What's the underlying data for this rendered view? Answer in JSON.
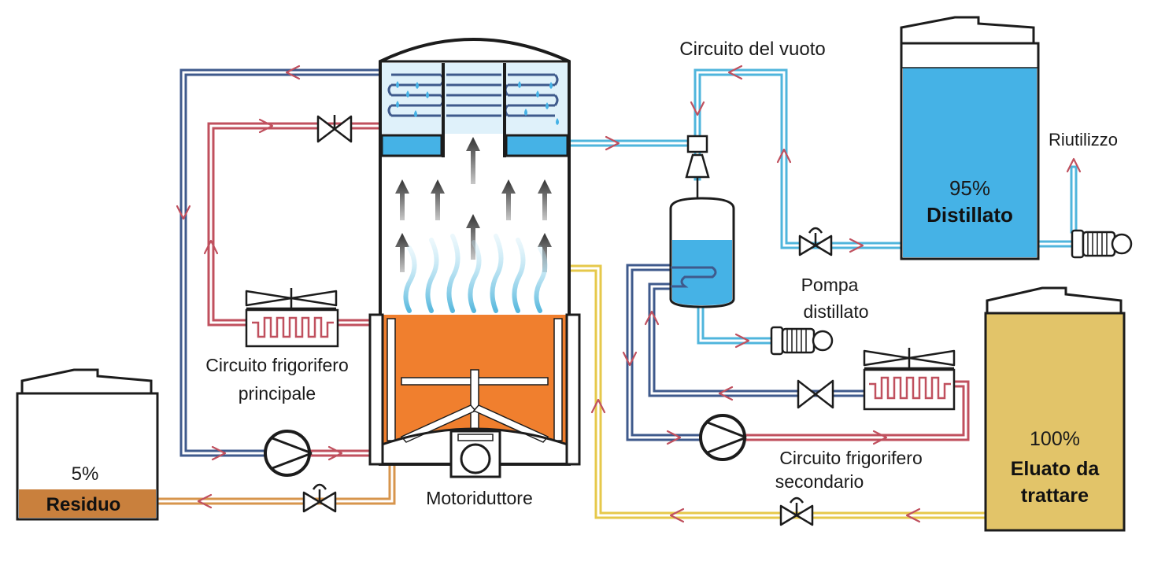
{
  "labels": {
    "vacuum_circuit": "Circuito del vuoto",
    "reuse": "Riutilizzo",
    "distillate_pct": "95%",
    "distillate_name": "Distillato",
    "distillate_pump_1": "Pompa",
    "distillate_pump_2": "distillato",
    "main_fridge_1": "Circuito frigorifero",
    "main_fridge_2": "principale",
    "residue_pct": "5%",
    "residue_name": "Residuo",
    "gearmotor": "Motoriduttore",
    "secondary_fridge_1": "Circuito frigorifero",
    "secondary_fridge_2": "secondario",
    "eluate_pct": "100%",
    "eluate_name_1": "Eluato da",
    "eluate_name_2": "trattare"
  },
  "colors": {
    "hot_pipe": "#c0505e",
    "cold_pipe": "#3f5a8c",
    "vacuum_pipe": "#4fb5dc",
    "eluate_pipe": "#e6c84a",
    "residue_pipe": "#d7954c",
    "distillate_fill": "#45b2e6",
    "eluate_fill": "#e2c469",
    "residue_fill": "#c9803d",
    "boiler_fill": "#f07f2e",
    "tank_outline": "#1c1c1c"
  },
  "icons": [
    "fan-icon",
    "valve-icon",
    "pump-icon",
    "motor-icon",
    "arrow-icon",
    "coil-icon",
    "ejector-icon"
  ]
}
